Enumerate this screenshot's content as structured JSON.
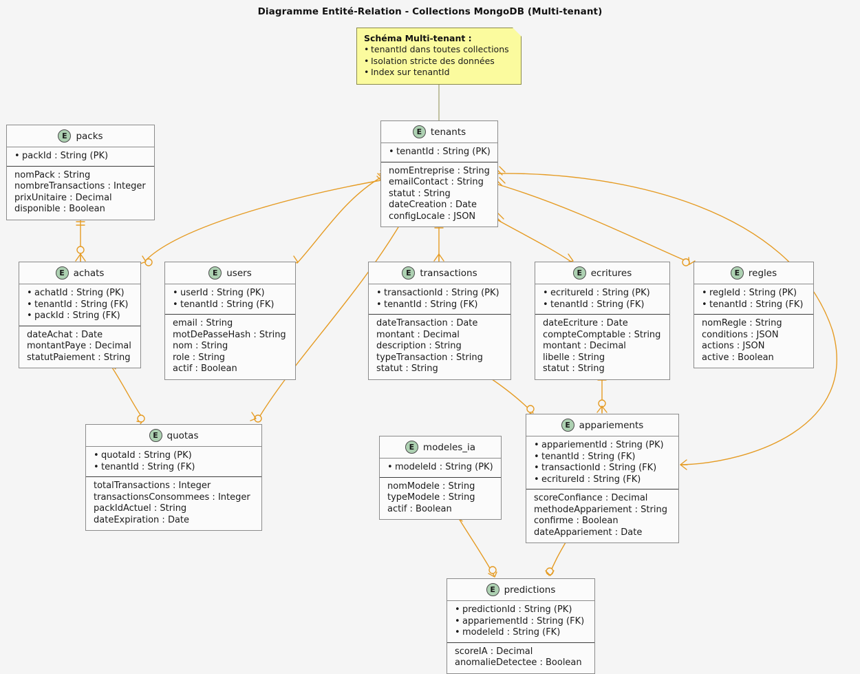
{
  "title": "Diagramme Entité-Relation - Collections MongoDB (Multi-tenant)",
  "theme": {
    "background": "#f5f5f5",
    "entity_fill": "#fbfbfb",
    "entity_border": "#8a8a8a",
    "icon_fill": "#ADD1B2",
    "note_fill": "#FBFB9E",
    "note_border": "#8a8a4a",
    "link_color": "#E59B23",
    "text_color": "#1a1a1a"
  },
  "note": {
    "name": "schema-note",
    "title": "Schéma Multi-tenant :",
    "lines": [
      "tenantId dans toutes collections",
      "Isolation stricte des données",
      "Index sur tenantId"
    ]
  },
  "entities": [
    {
      "id": "packs",
      "name": "packs",
      "icon": "E",
      "keys": [
        "packId : String (PK)"
      ],
      "attributes": [
        "nomPack : String",
        "nombreTransactions : Integer",
        "prixUnitaire : Decimal",
        "disponible : Boolean"
      ]
    },
    {
      "id": "tenants",
      "name": "tenants",
      "icon": "E",
      "keys": [
        "tenantId : String (PK)"
      ],
      "attributes": [
        "nomEntreprise : String",
        "emailContact : String",
        "statut : String",
        "dateCreation : Date",
        "configLocale : JSON"
      ]
    },
    {
      "id": "achats",
      "name": "achats",
      "icon": "E",
      "keys": [
        "achatId : String (PK)",
        "tenantId : String (FK)",
        "packId : String (FK)"
      ],
      "attributes": [
        "dateAchat : Date",
        "montantPaye : Decimal",
        "statutPaiement : String"
      ]
    },
    {
      "id": "users",
      "name": "users",
      "icon": "E",
      "keys": [
        "userId : String (PK)",
        "tenantId : String (FK)"
      ],
      "attributes": [
        "email : String",
        "motDePasseHash : String",
        "nom : String",
        "role : String",
        "actif : Boolean"
      ]
    },
    {
      "id": "transactions",
      "name": "transactions",
      "icon": "E",
      "keys": [
        "transactionId : String (PK)",
        "tenantId : String (FK)"
      ],
      "attributes": [
        "dateTransaction : Date",
        "montant : Decimal",
        "description : String",
        "typeTransaction : String",
        "statut : String"
      ]
    },
    {
      "id": "ecritures",
      "name": "ecritures",
      "icon": "E",
      "keys": [
        "ecritureId : String (PK)",
        "tenantId : String (FK)"
      ],
      "attributes": [
        "dateEcriture : Date",
        "compteComptable : String",
        "montant : Decimal",
        "libelle : String",
        "statut : String"
      ]
    },
    {
      "id": "regles",
      "name": "regles",
      "icon": "E",
      "keys": [
        "regleId : String (PK)",
        "tenantId : String (FK)"
      ],
      "attributes": [
        "nomRegle : String",
        "conditions : JSON",
        "actions : JSON",
        "active : Boolean"
      ]
    },
    {
      "id": "quotas",
      "name": "quotas",
      "icon": "E",
      "keys": [
        "quotaId : String (PK)",
        "tenantId : String (FK)"
      ],
      "attributes": [
        "totalTransactions : Integer",
        "transactionsConsommees : Integer",
        "packIdActuel : String",
        "dateExpiration : Date"
      ]
    },
    {
      "id": "modeles_ia",
      "name": "modeles_ia",
      "icon": "E",
      "keys": [
        "modeleId : String (PK)"
      ],
      "attributes": [
        "nomModele : String",
        "typeModele : String",
        "actif : Boolean"
      ]
    },
    {
      "id": "appariements",
      "name": "appariements",
      "icon": "E",
      "keys": [
        "appariementId : String (PK)",
        "tenantId : String (FK)",
        "transactionId : String (FK)",
        "ecritureId : String (FK)"
      ],
      "attributes": [
        "scoreConfiance : Decimal",
        "methodeAppariement : String",
        "confirme : Boolean",
        "dateAppariement : Date"
      ]
    },
    {
      "id": "predictions",
      "name": "predictions",
      "icon": "E",
      "keys": [
        "predictionId : String (PK)",
        "appariementId : String (FK)",
        "modeleId : String (FK)"
      ],
      "attributes": [
        "scoreIA : Decimal",
        "anomalieDetectee : Boolean"
      ]
    }
  ],
  "relationships": [
    {
      "from": "tenants",
      "to": "users",
      "from_card": "one",
      "to_card": "zero-or-many"
    },
    {
      "from": "tenants",
      "to": "achats",
      "from_card": "one",
      "to_card": "zero-or-many"
    },
    {
      "from": "tenants",
      "to": "transactions",
      "from_card": "one",
      "to_card": "zero-or-many"
    },
    {
      "from": "tenants",
      "to": "ecritures",
      "from_card": "one",
      "to_card": "zero-or-many"
    },
    {
      "from": "tenants",
      "to": "regles",
      "from_card": "one",
      "to_card": "zero-or-many"
    },
    {
      "from": "tenants",
      "to": "quotas",
      "from_card": "one",
      "to_card": "zero-or-many"
    },
    {
      "from": "tenants",
      "to": "appariements",
      "from_card": "one",
      "to_card": "zero-or-many"
    },
    {
      "from": "packs",
      "to": "achats",
      "from_card": "one",
      "to_card": "zero-or-many"
    },
    {
      "from": "achats",
      "to": "quotas",
      "from_card": "one",
      "to_card": "zero-or-many"
    },
    {
      "from": "transactions",
      "to": "appariements",
      "from_card": "one",
      "to_card": "zero-or-many"
    },
    {
      "from": "ecritures",
      "to": "appariements",
      "from_card": "one",
      "to_card": "zero-or-many"
    },
    {
      "from": "appariements",
      "to": "predictions",
      "from_card": "one",
      "to_card": "zero-or-many"
    },
    {
      "from": "modeles_ia",
      "to": "predictions",
      "from_card": "one",
      "to_card": "zero-or-many"
    }
  ]
}
